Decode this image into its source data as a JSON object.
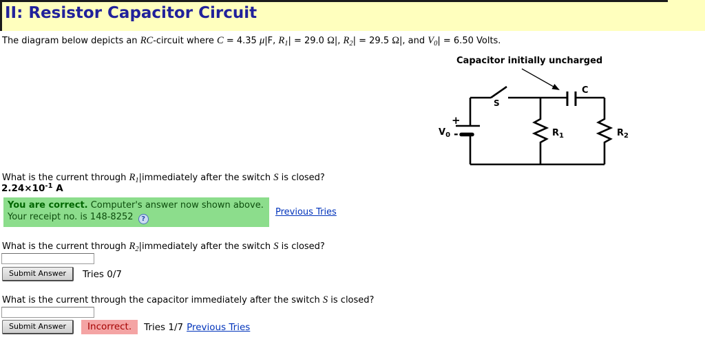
{
  "header": {
    "title": "II: Resistor Capacitor Circuit"
  },
  "colors": {
    "header_bg": "#ffffbe",
    "title": "#21219b",
    "correct_bg": "#8cdd8c",
    "correct_text": "#006600",
    "incorrect_bg": "#f4a4a4",
    "incorrect_text": "#a40000",
    "link": "#0033bb"
  },
  "problem": {
    "segments": [
      {
        "t": "The diagram below depicts an "
      },
      {
        "t": "RC",
        "s": "m"
      },
      {
        "t": "-circuit where "
      },
      {
        "t": "C",
        "s": "m"
      },
      {
        "t": " = 4.35 "
      },
      {
        "t": "μ",
        "s": "m"
      },
      {
        "t": "|F, "
      },
      {
        "t": "R",
        "s": "m"
      },
      {
        "t": "1",
        "s": "msub"
      },
      {
        "t": "| = 29.0 "
      },
      {
        "t": "Ω",
        "s": "mu"
      },
      {
        "t": "|, "
      },
      {
        "t": "R",
        "s": "m"
      },
      {
        "t": "2",
        "s": "msub"
      },
      {
        "t": "| = 29.5 "
      },
      {
        "t": "Ω",
        "s": "mu"
      },
      {
        "t": "|, and "
      },
      {
        "t": "V",
        "s": "m"
      },
      {
        "t": "0",
        "s": "msub"
      },
      {
        "t": "| = 6.50 Volts."
      }
    ]
  },
  "circuit": {
    "caption": "Capacitor initially uncharged",
    "labels": {
      "switch": "S",
      "capacitor": "C",
      "r1": "R",
      "r1_sub": "1",
      "r2": "R",
      "r2_sub": "2",
      "v0": "V",
      "v0_sub": "0",
      "plus": "+",
      "minus": "-"
    }
  },
  "q1": {
    "prompt": [
      {
        "t": "What is the current through "
      },
      {
        "t": "R",
        "s": "m"
      },
      {
        "t": "1",
        "s": "msub"
      },
      {
        "t": "|immediately after the switch "
      },
      {
        "t": "S",
        "s": "m"
      },
      {
        "t": " is closed?"
      }
    ],
    "answer": [
      {
        "t": "2.24×10"
      },
      {
        "t": "-1",
        "s": "sup"
      },
      {
        "t": " A"
      }
    ],
    "feedback": {
      "bold": "You are correct.",
      "rest": " Computer's answer now shown above.",
      "receipt": "Your receipt no. is 148-8252",
      "help_icon": "?"
    },
    "previous_tries": "Previous Tries"
  },
  "q2": {
    "prompt": [
      {
        "t": "What is the current through "
      },
      {
        "t": "R",
        "s": "m"
      },
      {
        "t": "2",
        "s": "msub"
      },
      {
        "t": "|immediately after the switch "
      },
      {
        "t": "S",
        "s": "m"
      },
      {
        "t": " is closed?"
      }
    ],
    "input_value": "",
    "submit_label": "Submit Answer",
    "tries": "Tries 0/7"
  },
  "q3": {
    "prompt": [
      {
        "t": "What is the current through the capacitor immediately after the switch "
      },
      {
        "t": "S",
        "s": "m"
      },
      {
        "t": " is closed?"
      }
    ],
    "input_value": "",
    "submit_label": "Submit Answer",
    "status": "Incorrect.",
    "tries": "Tries 1/7",
    "previous_tries": "Previous Tries"
  }
}
